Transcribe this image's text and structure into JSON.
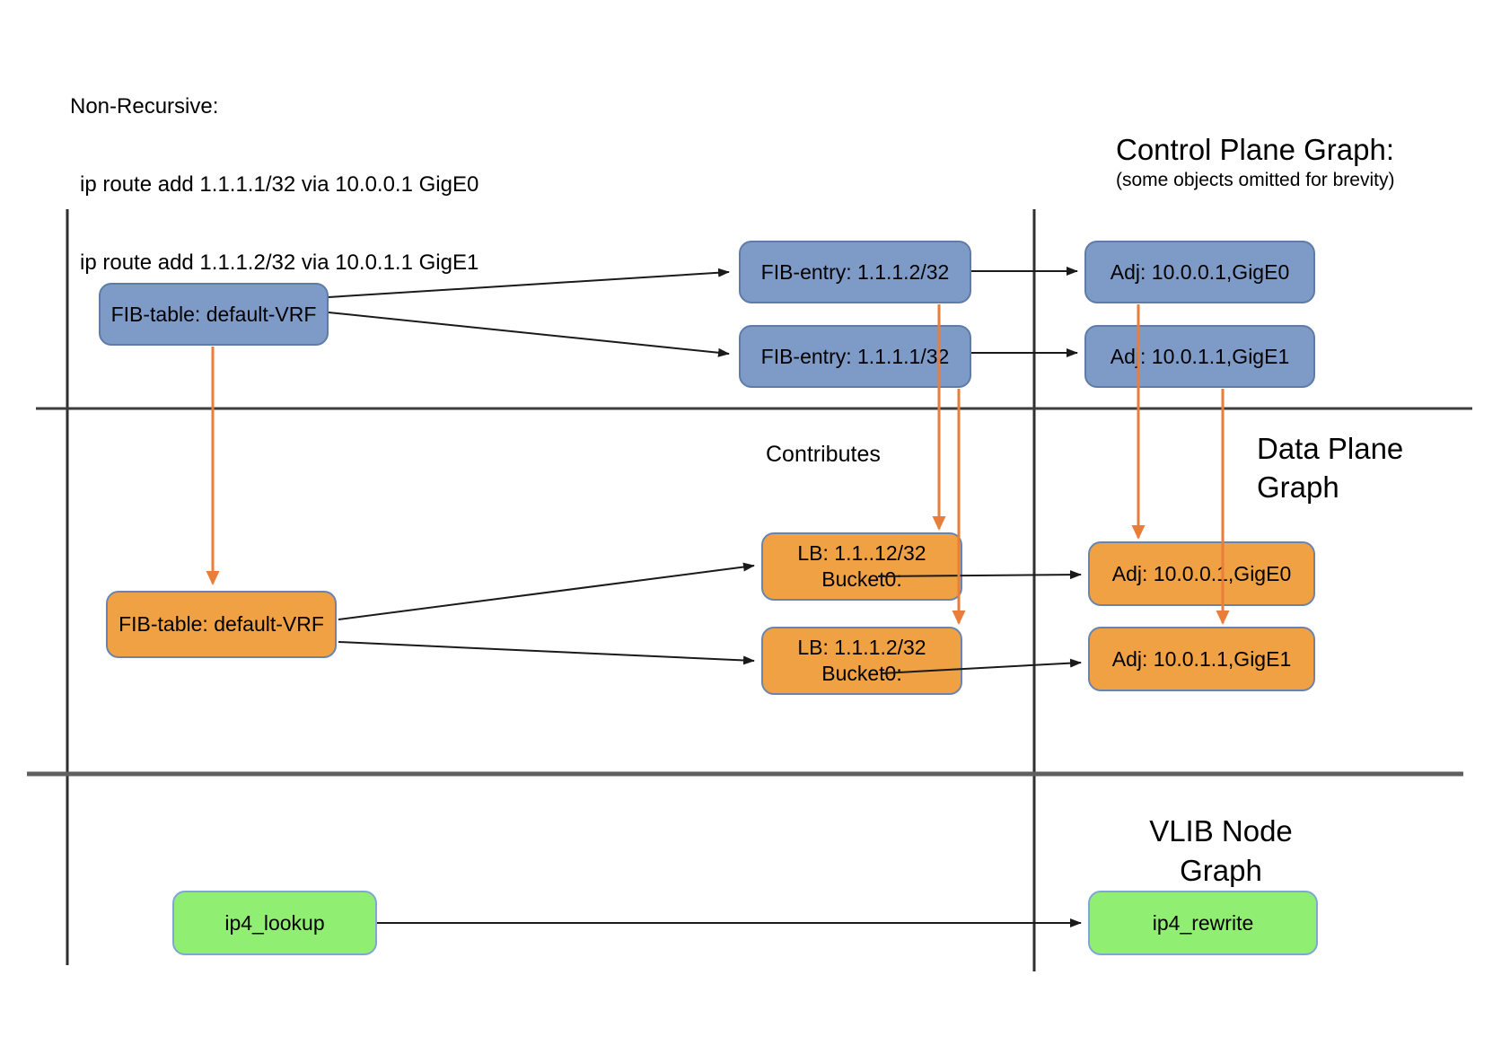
{
  "note": {
    "title": "Non-Recursive:",
    "lines": [
      "ip route add 1.1.1.1/32 via 10.0.0.1 GigE0",
      "ip route add 1.1.1.2/32 via 10.0.1.1 GigE1"
    ]
  },
  "titles": {
    "control_plane": {
      "title": "Control Plane Graph:",
      "subtitle": "(some objects omitted for brevity)"
    },
    "data_plane": {
      "line1": "Data Plane",
      "line2": "Graph"
    },
    "vlib": {
      "line1": "VLIB Node",
      "line2": "Graph"
    },
    "contributes": "Contributes"
  },
  "nodes": {
    "control_plane": {
      "fib_table": "FIB-table: default-VRF",
      "fib_entry_2": "FIB-entry: 1.1.1.2/32",
      "fib_entry_1": "FIB-entry: 1.1.1.1/32",
      "adj_gige0": "Adj: 10.0.0.1,GigE0",
      "adj_gige1": "Adj: 10.0.1.1,GigE1"
    },
    "data_plane": {
      "fib_table": "FIB-table: default-VRF",
      "lb1": {
        "line1": "LB: 1.1..12/32",
        "line2": "Bucket0:"
      },
      "lb2": {
        "line1": "LB: 1.1.1.2/32",
        "line2": "Bucket0:"
      },
      "adj_gige0": "Adj: 10.0.0.1,GigE0",
      "adj_gige1": "Adj: 10.0.1.1,GigE1"
    },
    "vlib": {
      "ip4_lookup": "ip4_lookup",
      "ip4_rewrite": "ip4_rewrite"
    }
  },
  "colors": {
    "node_blue_fill": "#7E9BC8",
    "node_blue_border": "#5F7CA8",
    "node_orange_fill": "#F0A143",
    "node_orange_border": "#6A84B0",
    "node_green_fill": "#90EE72",
    "node_green_border": "#7FA7D6",
    "arrow_orange": "#E97E3A",
    "line_black": "#2F2F2F",
    "divider_gray": "#5F5F5F"
  }
}
